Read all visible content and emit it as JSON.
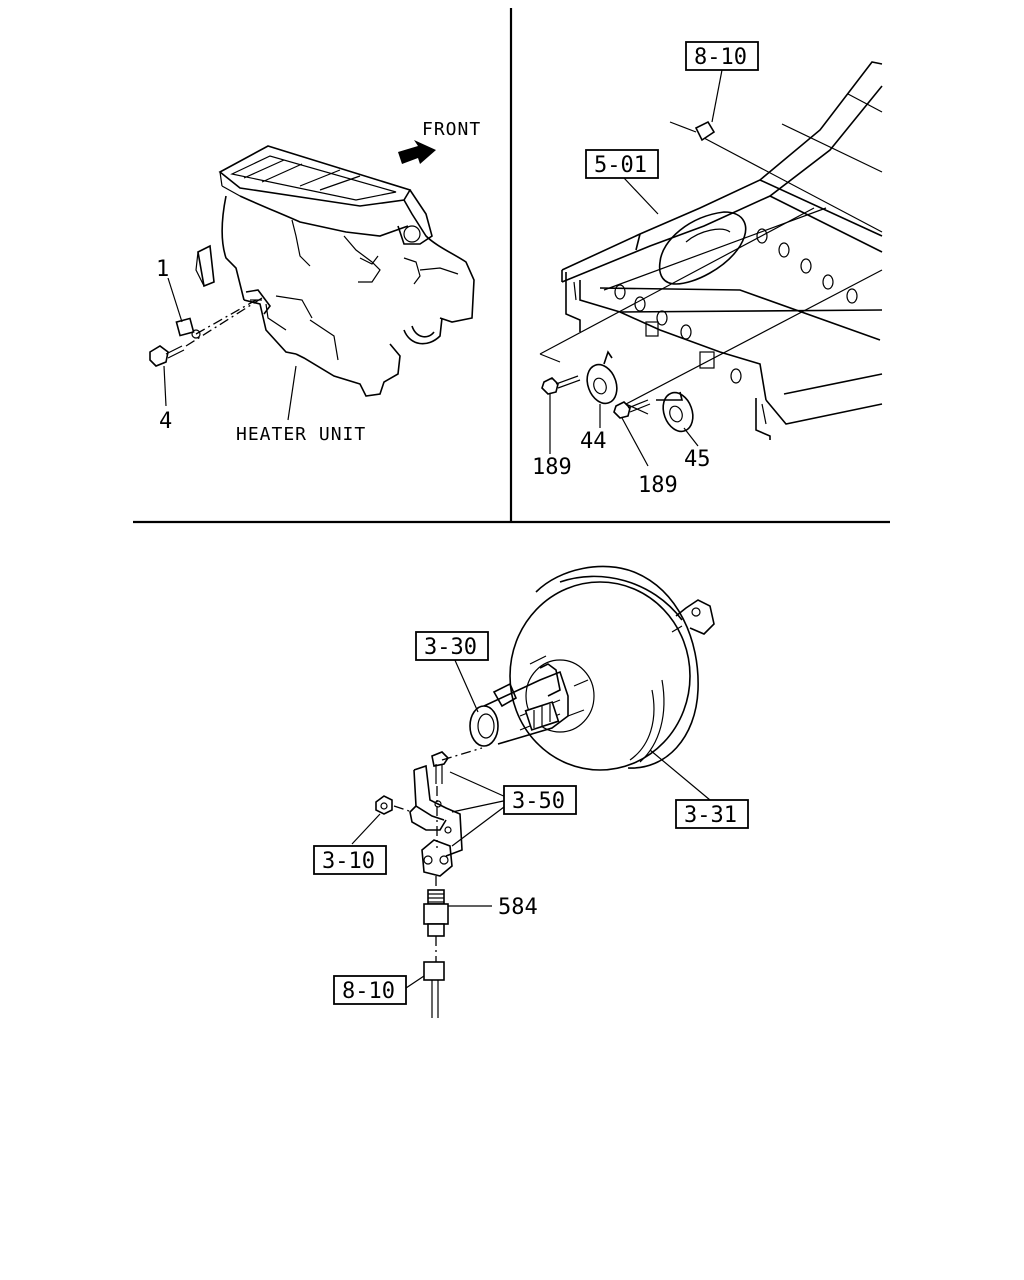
{
  "labels": {
    "front": "FRONT",
    "heater_unit": "HEATER UNIT",
    "part_1": "1",
    "part_4": "4",
    "ref_8_10_top": "8-10",
    "ref_5_01": "5-01",
    "part_44": "44",
    "part_45": "45",
    "part_189_left": "189",
    "part_189_right": "189",
    "ref_3_30": "3-30",
    "ref_3_50": "3-50",
    "ref_3_31": "3-31",
    "ref_3_10": "3-10",
    "part_584": "584",
    "ref_8_10_bottom": "8-10"
  }
}
